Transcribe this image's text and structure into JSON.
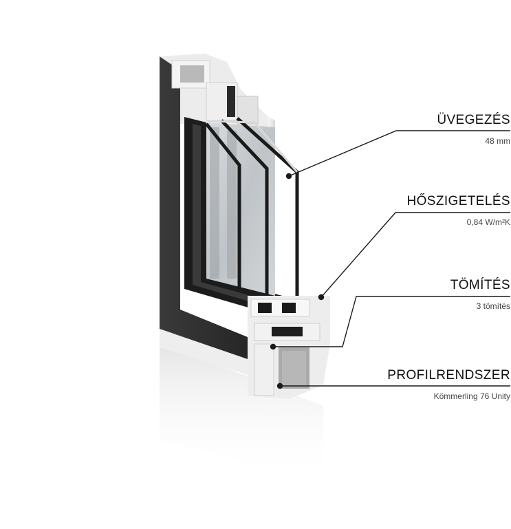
{
  "colors": {
    "frame_dark": "#2e2e2e",
    "frame_light": "#e9e9e9",
    "glass": "#c8ccd0",
    "pane_edge": "#1a1a1a",
    "leader_line": "#1a1a1a"
  },
  "callouts": [
    {
      "title": "ÜVEGEZÉS",
      "subtitle": "48 mm"
    },
    {
      "title": "HŐSZIGETELÉS",
      "subtitle": "0,84  W/m²K"
    },
    {
      "title": "TÖMÍTÉS",
      "subtitle": "3 tömítés"
    },
    {
      "title": "PROFILRENDSZER",
      "subtitle": "Kömmerling 76 Unity"
    }
  ]
}
